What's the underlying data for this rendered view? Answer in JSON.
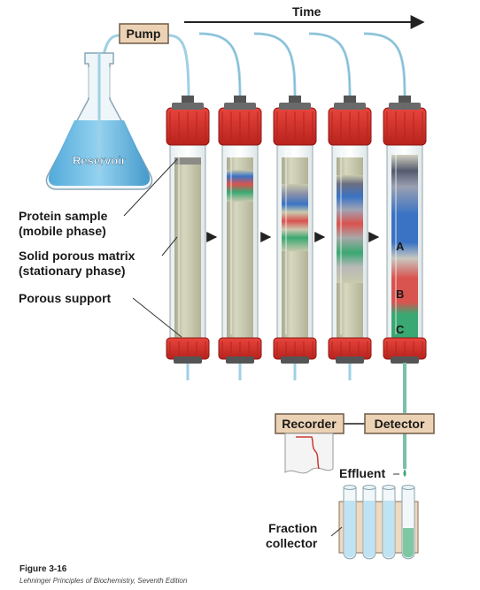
{
  "diagram": {
    "time_label": "Time",
    "pump_label": "Pump",
    "reservoir_label": "Reservoir",
    "protein_sample_label": "Protein sample\n(mobile phase)",
    "matrix_label": "Solid porous matrix\n(stationary phase)",
    "support_label": "Porous support",
    "band_a_label": "A",
    "band_b_label": "B",
    "band_c_label": "C",
    "recorder_label": "Recorder",
    "detector_label": "Detector",
    "effluent_label": "Effluent",
    "fraction_collector_label": "Fraction\ncollector",
    "colors": {
      "cap_red": "#d8322b",
      "column_body": "#c9c9ad",
      "tube_blue": "#9fd0e4",
      "band_blue": "#3a73c4",
      "band_red": "#d9534f",
      "band_green": "#3aa872",
      "box_fill": "#ecd2b4",
      "box_border": "#6e5a46"
    }
  },
  "caption": {
    "figure": "Figure 3-16",
    "source": "Lehninger Principles of Biochemistry, Seventh Edition"
  }
}
